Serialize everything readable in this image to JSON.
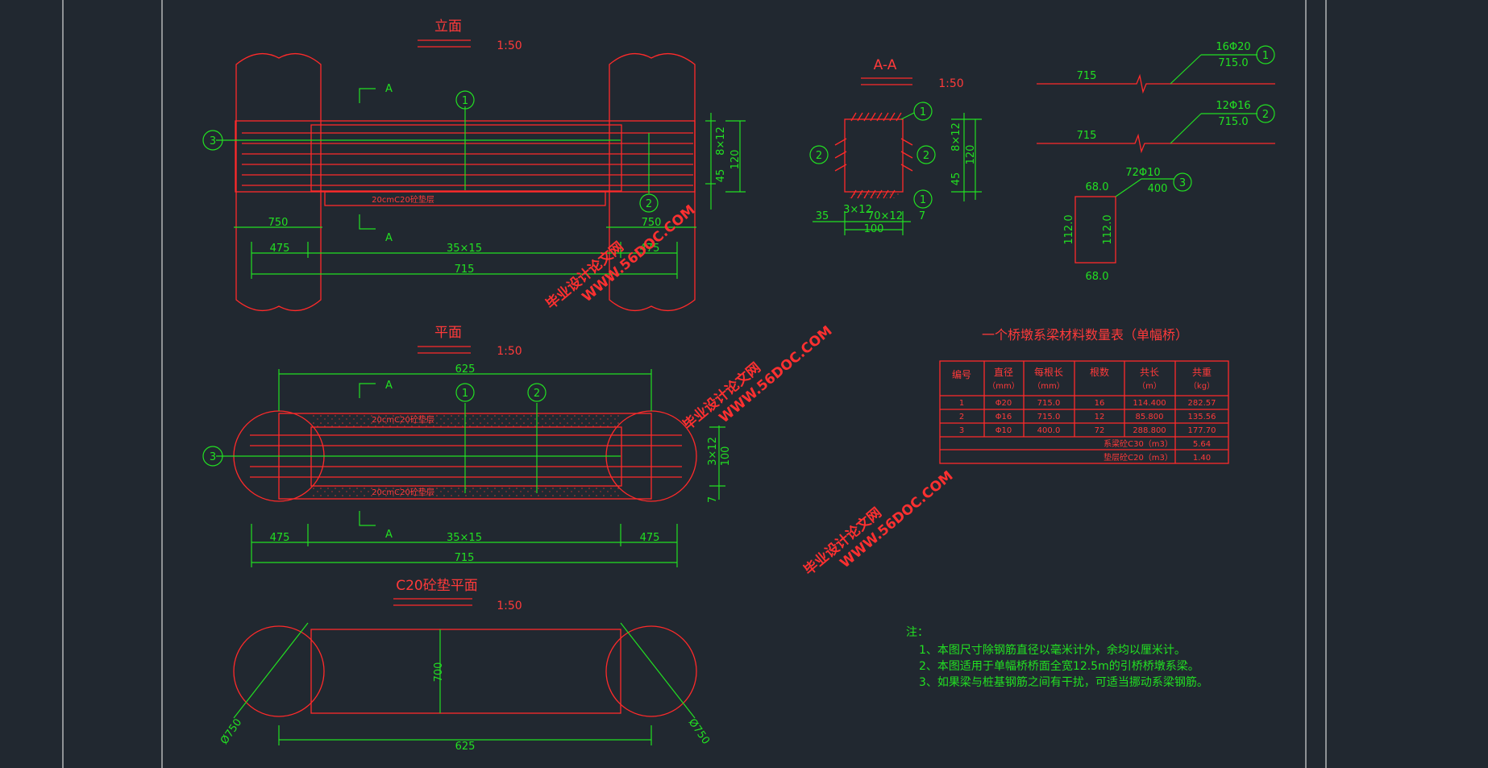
{
  "views": {
    "elevation": {
      "title": "立面",
      "scale": "1:50"
    },
    "plan": {
      "title": "平面",
      "scale": "1:50"
    },
    "pad": {
      "title": "C20砼垫平面",
      "scale": "1:50"
    },
    "section": {
      "title": "A-A",
      "scale": "1:50"
    }
  },
  "section_mark": "A",
  "bubbles": [
    "1",
    "2",
    "3"
  ],
  "dims": {
    "d750": "750",
    "d475": "475",
    "d35x15": "35×15",
    "d715": "715",
    "d625": "625",
    "d120": "120",
    "d100": "100",
    "d45": "45",
    "d35": "35",
    "d7": "7",
    "d3x12": "3×12",
    "d70x12": "70×12",
    "d3x12r": "3×12",
    "d8x12": "8×12",
    "d700": "700",
    "d750dia": "Ø750",
    "d112": "112.0",
    "d68": "68.0",
    "d400": "400",
    "d8x12b": "8×12"
  },
  "pad_label": "20cmC20砼垫层",
  "rebar_schedule": [
    {
      "id": "1",
      "spec": "16Φ20",
      "len": "715.0",
      "left": "715"
    },
    {
      "id": "2",
      "spec": "12Φ16",
      "len": "715.0",
      "left": "715"
    },
    {
      "id": "3",
      "spec": "72Φ10",
      "len": "400"
    }
  ],
  "table": {
    "title": "一个桥墩系梁材料数量表（单幅桥）",
    "headers": [
      [
        "编号",
        ""
      ],
      [
        "直径",
        "（mm）"
      ],
      [
        "每根长",
        "（mm）"
      ],
      [
        "根数",
        ""
      ],
      [
        "共长",
        "（m）"
      ],
      [
        "共重",
        "（kg）"
      ]
    ],
    "rows": [
      [
        "1",
        "Φ20",
        "715.0",
        "16",
        "114.400",
        "282.57"
      ],
      [
        "2",
        "Φ16",
        "715.0",
        "12",
        "85.800",
        "135.56"
      ],
      [
        "3",
        "Φ10",
        "400.0",
        "72",
        "288.800",
        "177.70"
      ]
    ],
    "sum_rows": [
      {
        "label": "系梁砼C30（m3）",
        "value": "5.64"
      },
      {
        "label": "垫层砼C20（m3）",
        "value": "1.40"
      }
    ]
  },
  "notes": {
    "title": "注：",
    "items": [
      "1、本图尺寸除钢筋直径以毫米计外，余均以厘米计。",
      "2、本图适用于单幅桥桥面全宽12.5m的引桥桥墩系梁。",
      "3、如果梁与桩基钢筋之间有干扰，可适当挪动系梁钢筋。"
    ]
  },
  "watermark": {
    "brand": "毕业设计论文网",
    "url": "WWW.56DOC.COM"
  }
}
